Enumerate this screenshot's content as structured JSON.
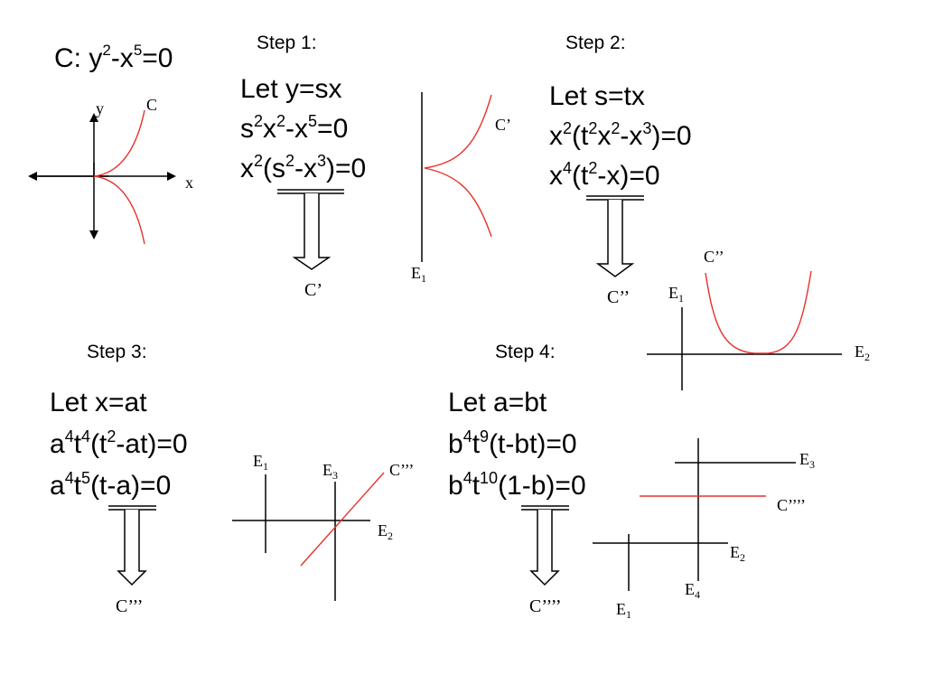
{
  "title": {
    "C": "C: y",
    "exp1": "2",
    "mid": "-x",
    "exp2": "5",
    "end": "=0"
  },
  "axis": {
    "y": "y",
    "x": "x",
    "curve": "C"
  },
  "step1": {
    "heading": "Step 1:",
    "line1": "Let y=sx",
    "line2": [
      {
        "t": "s"
      },
      {
        "s": "2"
      },
      {
        "t": "x"
      },
      {
        "s": "2"
      },
      {
        "t": "-x"
      },
      {
        "s": "5"
      },
      {
        "t": "=0"
      }
    ],
    "line3": [
      {
        "t": "x"
      },
      {
        "s": "2"
      },
      {
        "t": "(s"
      },
      {
        "s": "2"
      },
      {
        "t": "-x"
      },
      {
        "s": "3"
      },
      {
        "t": ")=0"
      }
    ],
    "result": "C’",
    "curve_label": "C’",
    "exceptional": "E",
    "exceptional_sub": "1"
  },
  "step2": {
    "heading": "Step 2:",
    "line1": "Let s=tx",
    "line2": [
      {
        "t": "x"
      },
      {
        "s": "2"
      },
      {
        "t": "(t"
      },
      {
        "s": "2"
      },
      {
        "t": "x"
      },
      {
        "s": "2"
      },
      {
        "t": "-x"
      },
      {
        "s": "3"
      },
      {
        "t": ")=0"
      }
    ],
    "line3": [
      {
        "t": "x"
      },
      {
        "s": "4"
      },
      {
        "t": "(t"
      },
      {
        "s": "2"
      },
      {
        "t": "-x)=0"
      }
    ],
    "result": "C’’",
    "curve_label": "C’’",
    "e1": "E",
    "e1_sub": "1",
    "e2": "E",
    "e2_sub": "2"
  },
  "step3": {
    "heading": "Step 3:",
    "line1": "Let x=at",
    "line2": [
      {
        "t": "a"
      },
      {
        "s": "4"
      },
      {
        "t": "t"
      },
      {
        "s": "4"
      },
      {
        "t": "(t"
      },
      {
        "s": "2"
      },
      {
        "t": "-at)=0"
      }
    ],
    "line3": [
      {
        "t": "a"
      },
      {
        "s": "4"
      },
      {
        "t": "t"
      },
      {
        "s": "5"
      },
      {
        "t": "(t-a)=0"
      }
    ],
    "result": "C’’’",
    "curve_label": "C’’’",
    "e1": "E",
    "e1_sub": "1",
    "e2": "E",
    "e2_sub": "2",
    "e3": "E",
    "e3_sub": "3"
  },
  "step4": {
    "heading": "Step 4:",
    "line1": "Let a=bt",
    "line2": [
      {
        "t": "b"
      },
      {
        "s": "4"
      },
      {
        "t": "t"
      },
      {
        "s": "9"
      },
      {
        "t": "(t-bt)=0"
      }
    ],
    "line3": [
      {
        "t": "b"
      },
      {
        "s": "4"
      },
      {
        "t": "t"
      },
      {
        "s": "10"
      },
      {
        "t": "(1-b)=0"
      }
    ],
    "result": "C’’’’",
    "curve_label": "C’’’’",
    "e1": "E",
    "e1_sub": "1",
    "e2": "E",
    "e2_sub": "2",
    "e3": "E",
    "e3_sub": "3",
    "e4": "E",
    "e4_sub": "4"
  },
  "colors": {
    "curve": "#e8312b",
    "line": "#000000"
  }
}
